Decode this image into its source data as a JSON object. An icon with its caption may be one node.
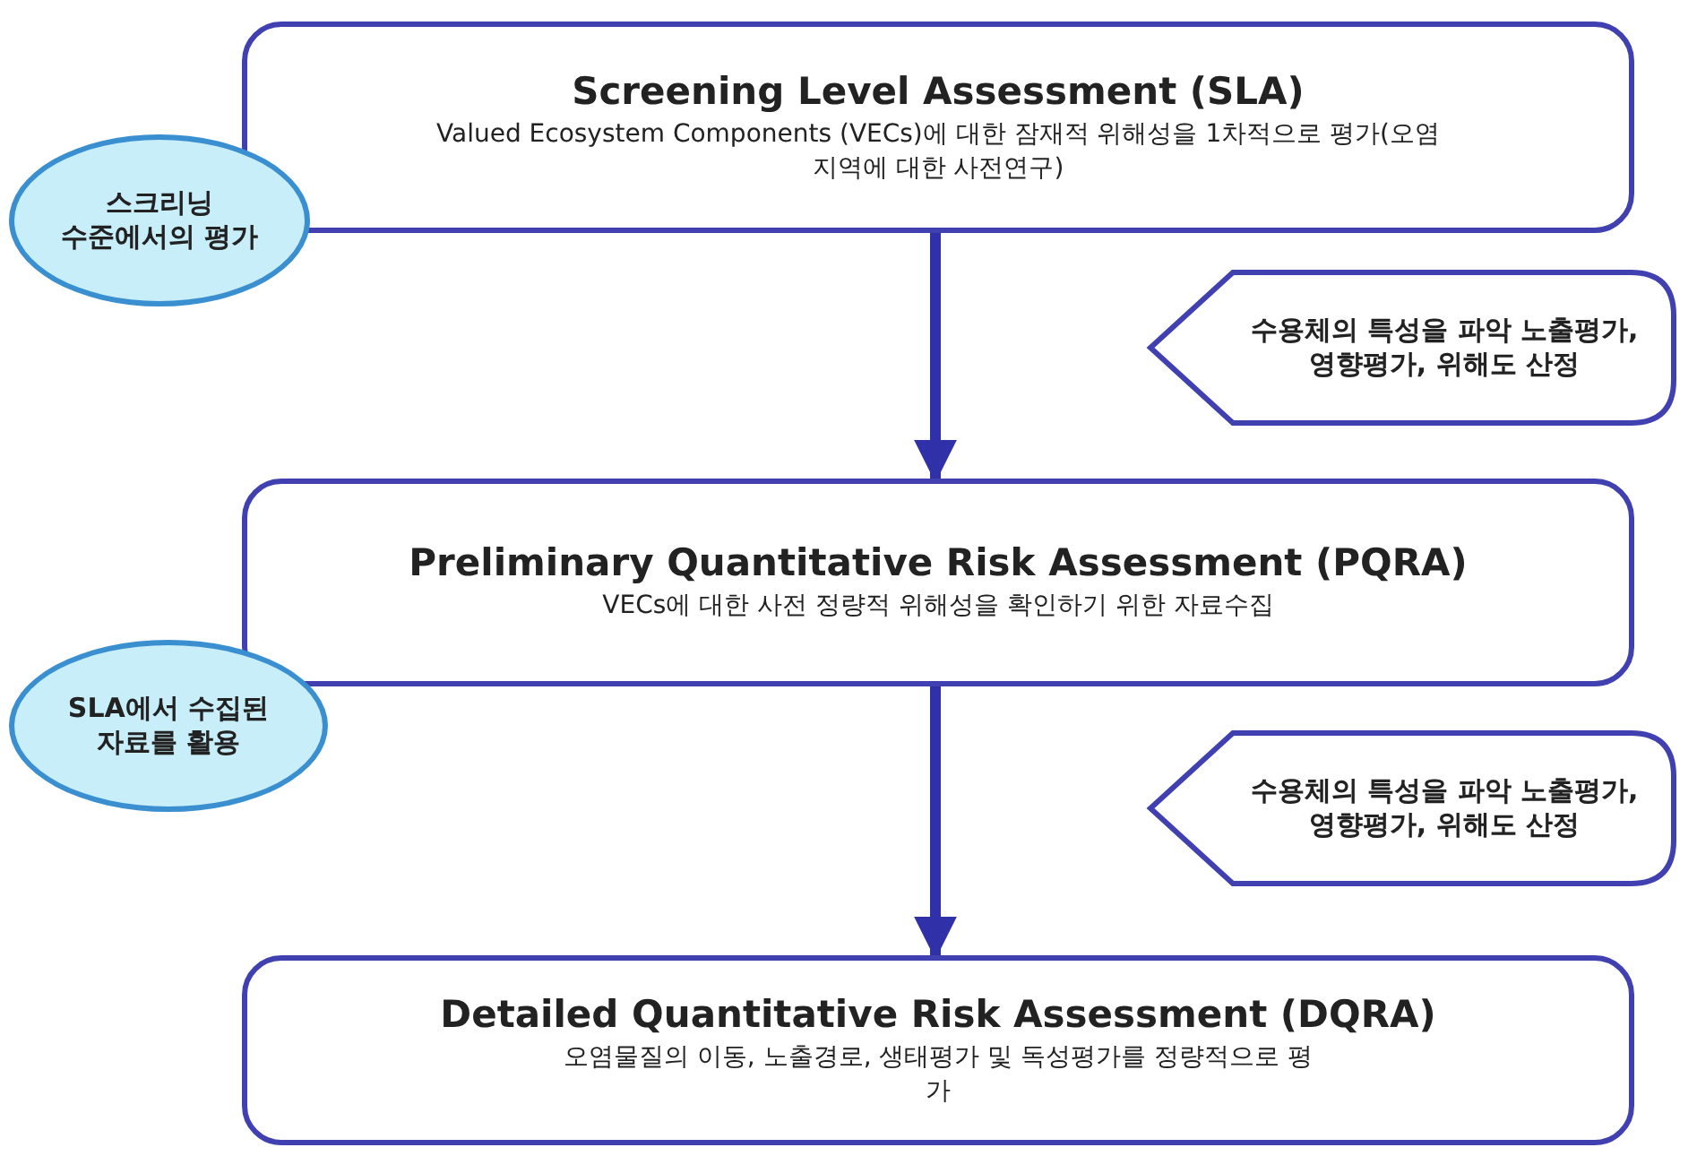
{
  "diagram": {
    "nodes": [
      {
        "text": [
          "Screening Level Assessment (SLA)",
          "Valued Ecosystem Components (VECs)에 대한 잠재적 위해성을 1차적으로 평가(오염지역에 대한 사전연구)"
        ]
      },
      {
        "text": [
          "스크리닝 수준에서의 평가"
        ]
      },
      {
        "text": [
          "수용체의 특성을 파악 노출평가, 영향평가, 위해도 산정"
        ]
      },
      {
        "text": [
          "Preliminary Quantitative Risk Assessment (PQRA)",
          "VECs에 대한 사전 정량적 위해성을 확인하기 위한 자료수집"
        ]
      },
      {
        "text": [
          "SLA에서 수집된 자료를 활용"
        ]
      },
      {
        "text": [
          "수용체의 특성을 파악 노출평가, 영향평가, 위해도 산정"
        ]
      },
      {
        "text": [
          "Detailed Quantitative Risk Assessment (DQRA)",
          "오염물질의 이동, 노출경로, 생태평가 및 독성평가를 정량적으로 평가"
        ]
      }
    ],
    "edges": [
      {
        "from": 0,
        "to": 3,
        "arrow": "to"
      },
      {
        "from": 3,
        "to": 6,
        "arrow": "to"
      }
    ]
  }
}
